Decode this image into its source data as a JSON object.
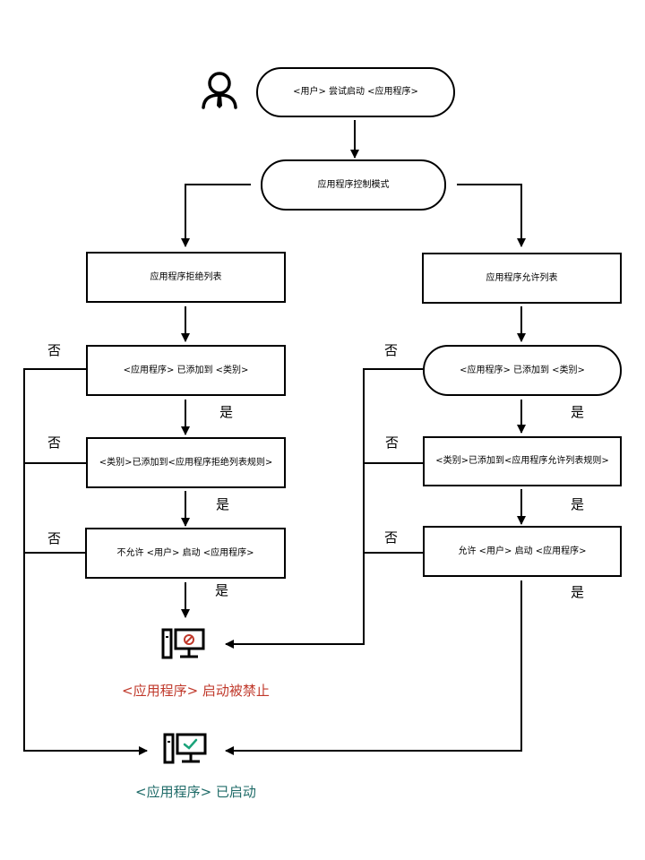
{
  "nodes": {
    "start": "<用户> 尝试启动 <应用程序>",
    "mode": "应用程序控制模式",
    "denylist": "应用程序拒绝列表",
    "allowlist": "应用程序允许列表",
    "deny_added": "<应用程序> 已添加到 <类别>",
    "allow_added": "<应用程序> 已添加到 <类别>",
    "deny_rule": "<类别>已添加到<应用程序拒绝列表规则>",
    "allow_rule": "<类别>已添加到<应用程序允许列表规则>",
    "deny_user": "不允许 <用户> 启动 <应用程序>",
    "allow_user": "允许 <用户> 启动 <应用程序>"
  },
  "labels": {
    "yes": "是",
    "no": "否"
  },
  "results": {
    "blocked": "<应用程序> 启动被禁止",
    "launched": "<应用程序> 已启动"
  },
  "colors": {
    "blocked": "#c0392b",
    "launched": "#1f6b68",
    "check": "#1aa37a",
    "forbid": "#c0392b"
  },
  "icons": [
    "user-icon",
    "blocked-computer-icon",
    "launched-computer-icon"
  ]
}
